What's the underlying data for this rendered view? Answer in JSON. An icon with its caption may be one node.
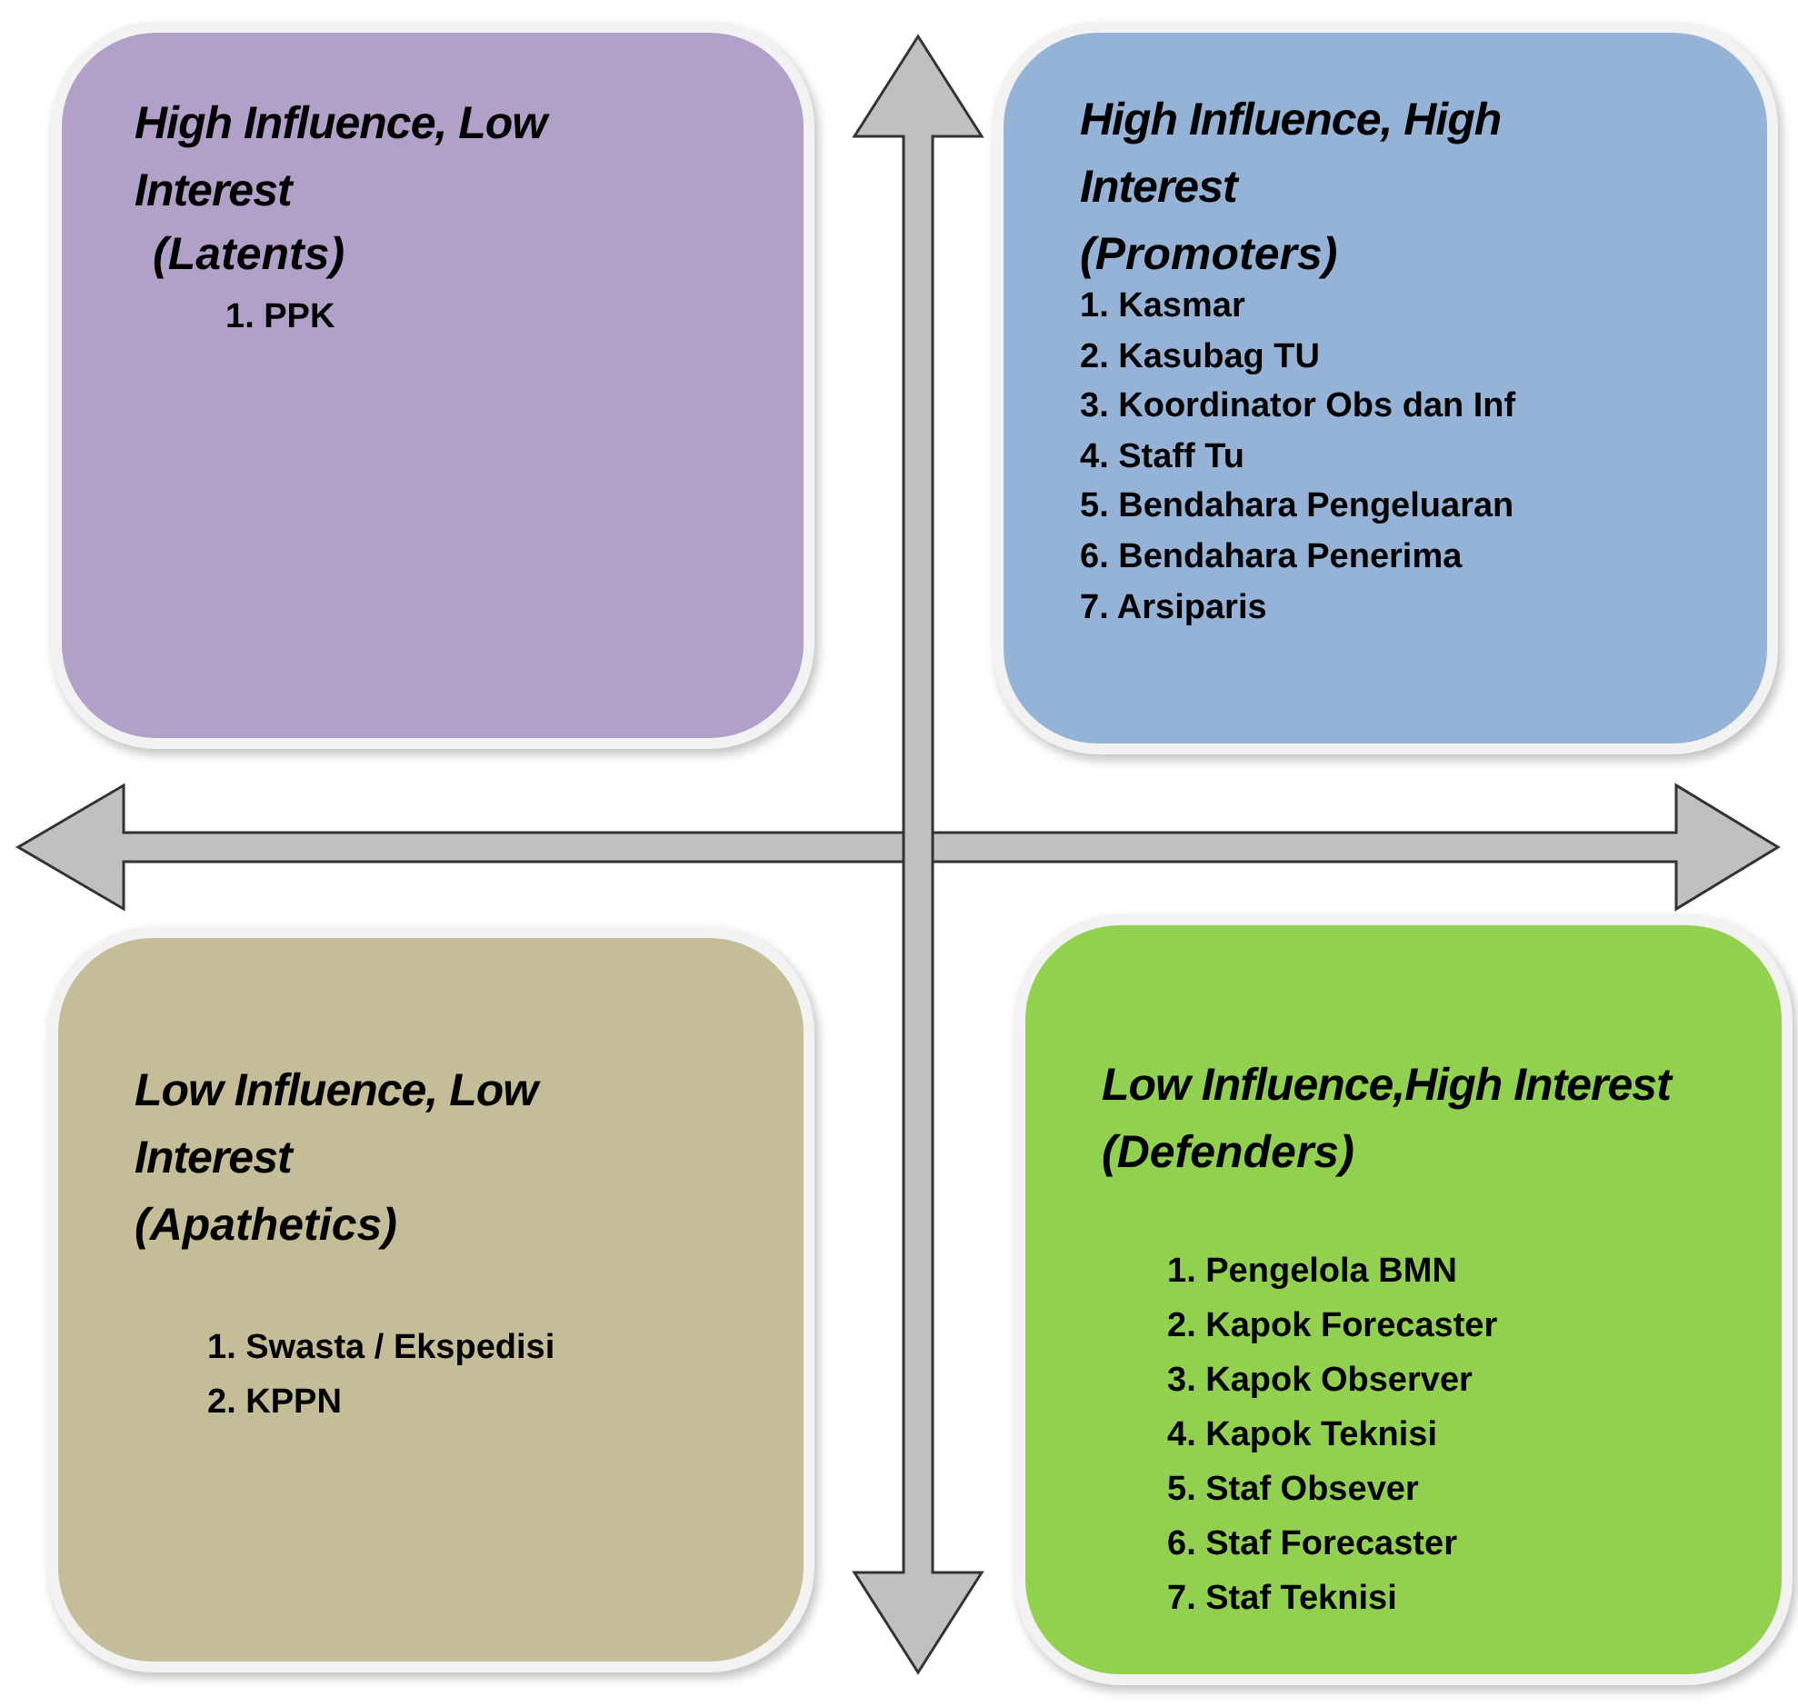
{
  "diagram": {
    "nodes": [
      {
        "text": [
          "High Influence, Low Interest",
          "(Latents)",
          "1. PPK"
        ]
      },
      {
        "text": [
          "High Influence, High Interest",
          "(Promoters)",
          "1. Kasmar",
          "2. Kasubag TU",
          "3. Koordinator Obs dan Inf",
          "4. Staff Tu",
          "5. Bendahara Pengeluaran",
          "6. Bendahara Penerima",
          "7. Arsiparis"
        ]
      },
      {
        "text": [
          "Low Influence, Low Interest",
          "(Apathetics)",
          "1. Swasta / Ekspedisi",
          "2. KPPN"
        ]
      },
      {
        "text": [
          "Low Influence,High Interest",
          "(Defenders)",
          "1. Pengelola BMN",
          "2. Kapok Forecaster",
          "3. Kapok Observer",
          "4. Kapok Teknisi",
          "5. Staf Obsever",
          "6. Staf Forecaster",
          "7. Staf Teknisi"
        ]
      }
    ]
  }
}
